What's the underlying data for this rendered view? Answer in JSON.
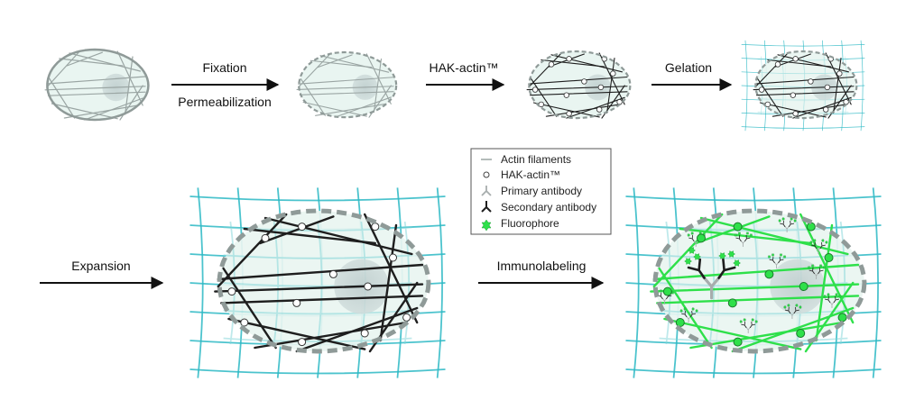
{
  "steps": [
    {
      "id": "fixation",
      "labels": [
        "Fixation",
        "Permeabilization"
      ]
    },
    {
      "id": "hak-actin",
      "labels": [
        "HAK-actin™"
      ]
    },
    {
      "id": "gelation",
      "labels": [
        "Gelation"
      ]
    },
    {
      "id": "expansion",
      "labels": [
        "Expansion"
      ]
    },
    {
      "id": "immunolabeling",
      "labels": [
        "Immunolabeling"
      ]
    }
  ],
  "legend": {
    "items": [
      {
        "icon": "line-icon",
        "label": "Actin filaments"
      },
      {
        "icon": "circle-icon",
        "label": "HAK-actin™"
      },
      {
        "icon": "primary-antibody-icon",
        "label": "Primary antibody"
      },
      {
        "icon": "secondary-antibody-icon",
        "label": "Secondary antibody"
      },
      {
        "icon": "fluorophore-icon",
        "label": "Fluorophore"
      }
    ]
  },
  "colors": {
    "cell_fill": "#e9f5f1",
    "cell_outline": "#8f9a98",
    "filament_gray": "#9aa5a3",
    "filament_black": "#1e1e1e",
    "filament_green": "#2ee04a",
    "gel_mesh": "#2bb9c4",
    "nucleus": "#c5d3d2",
    "arrow": "#111111"
  }
}
